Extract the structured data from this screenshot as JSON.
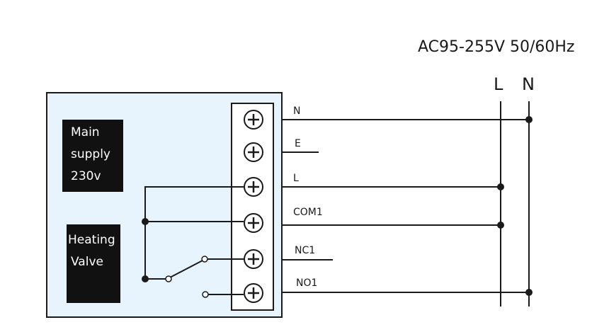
{
  "supply_label": "AC95-255V 50/60Hz",
  "bus_labels": {
    "line": "L",
    "neutral": "N"
  },
  "device": {
    "main_supply": [
      "Main",
      "supply",
      "230v"
    ],
    "heating_valve": [
      "Heating",
      "Valve"
    ]
  },
  "terminals": [
    "N",
    "E",
    "L",
    "COM1",
    "NC1",
    "NO1"
  ],
  "colors": {
    "line": "#1a1a1a",
    "device_fill": "#e8f4fd",
    "box_fill": "#111111"
  }
}
